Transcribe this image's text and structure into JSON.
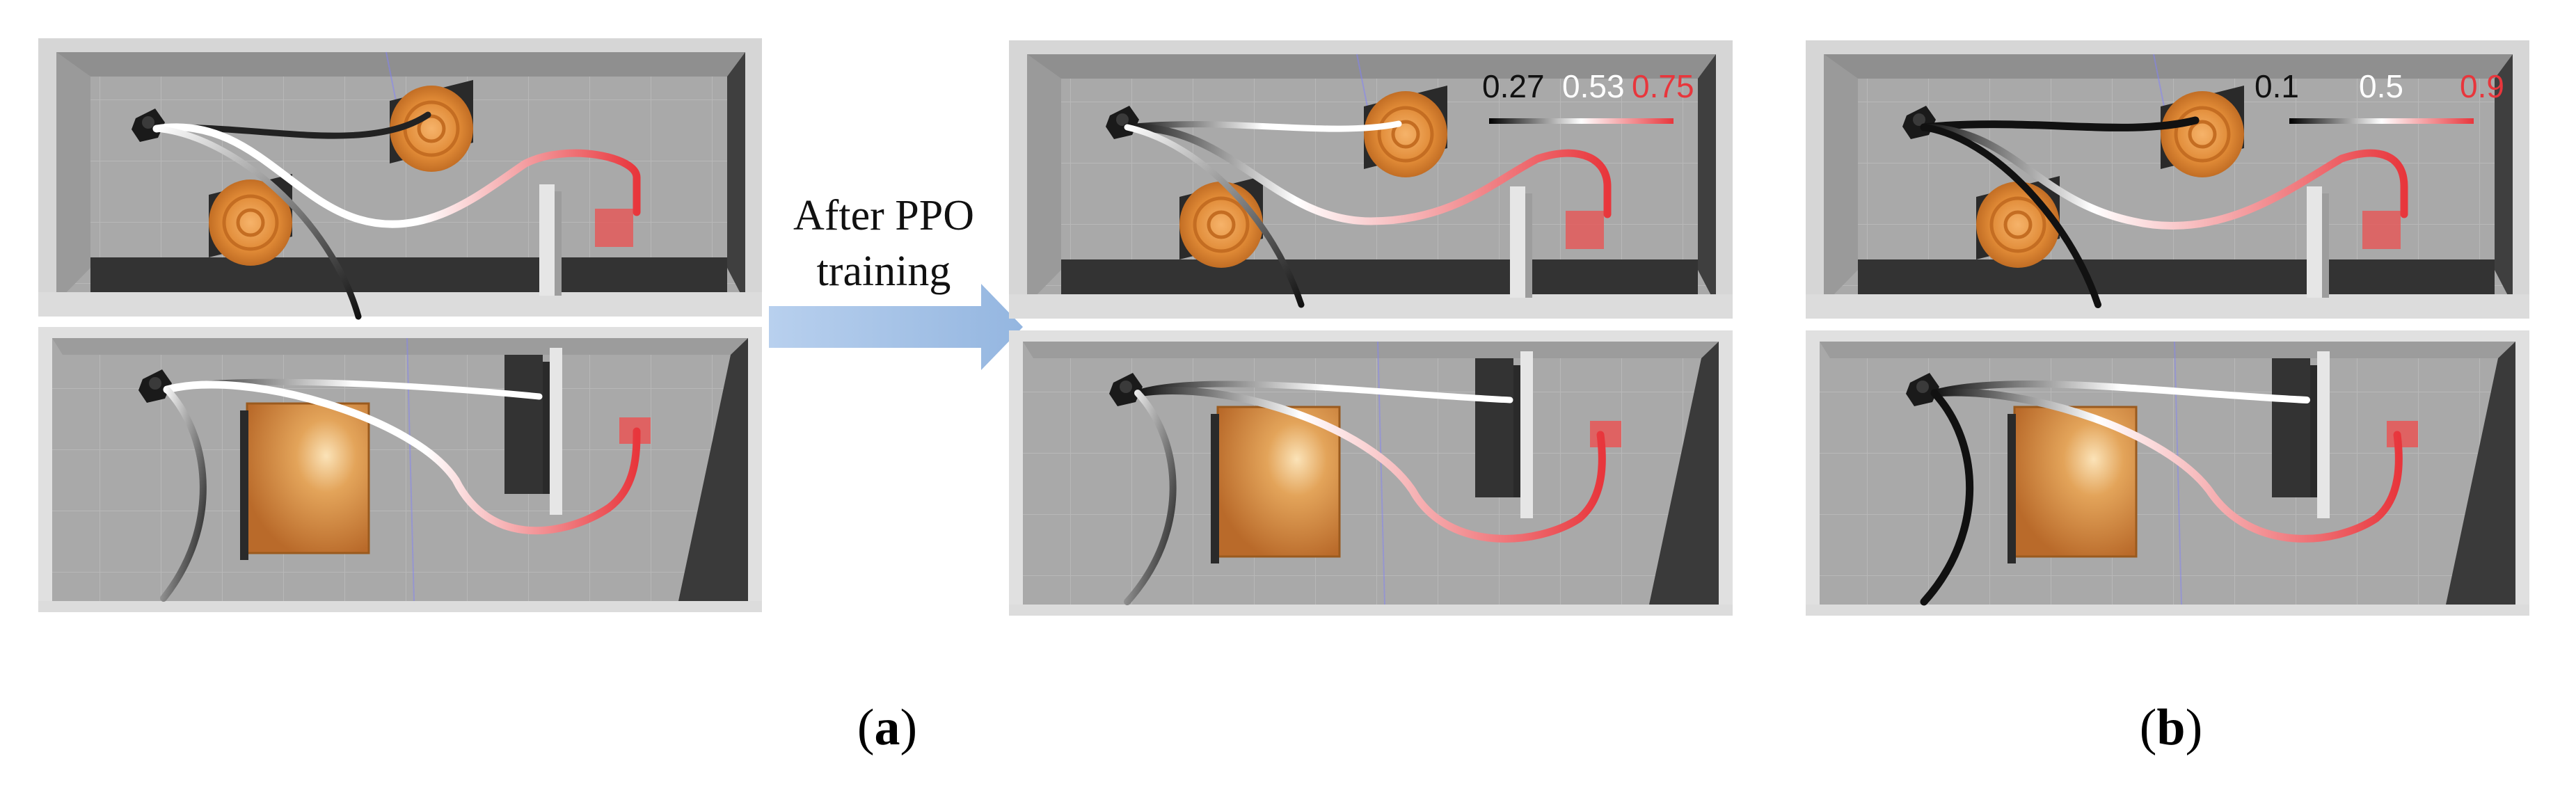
{
  "arrow": {
    "line1": "After PPO",
    "line2": "training"
  },
  "scales": [
    {
      "low": "0.27",
      "mid": "0.53",
      "high": "0.75"
    },
    {
      "low": "0.1",
      "mid": "0.5",
      "high": "0.9"
    }
  ],
  "captions": {
    "a": "a",
    "b": "b"
  },
  "colors": {
    "floor": "#a9a9a9",
    "wall_dark": "#3b3b3b",
    "rim": "#dcdcdc",
    "barrel": "#e08a36",
    "crate": "#c77a35",
    "goal": "#e45a5a",
    "trail_high": "#e8363c",
    "arrow": "#a9c6e8"
  }
}
